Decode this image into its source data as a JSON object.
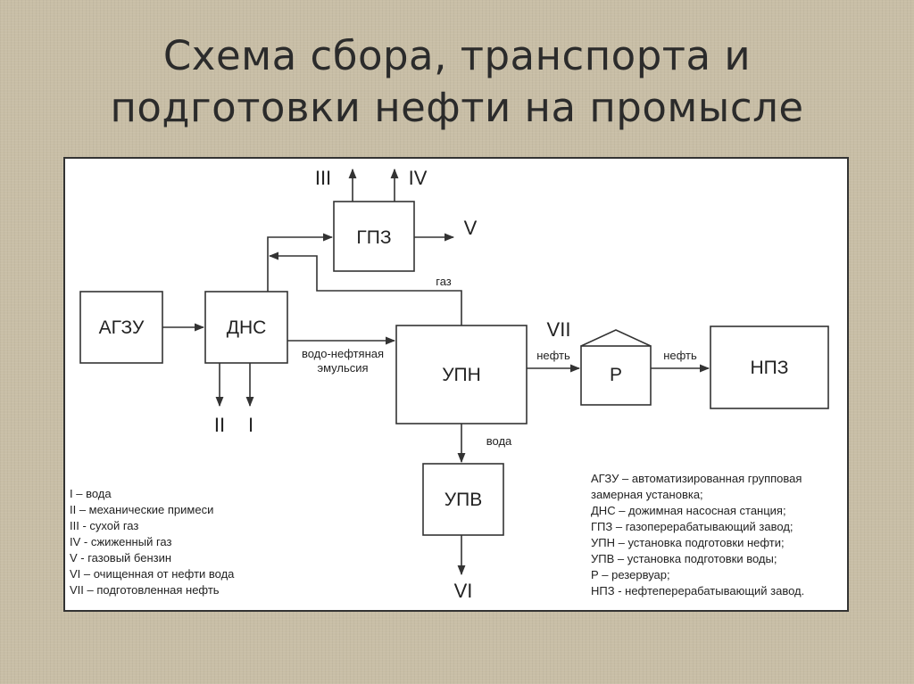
{
  "title": {
    "line1": "Схема сбора, транспорта и",
    "line2": "подготовки нефти на промысле"
  },
  "nodes": {
    "agzu": "АГЗУ",
    "dns": "ДНС",
    "gpz": "ГПЗ",
    "upn": "УПН",
    "upv": "УПВ",
    "r": "Р",
    "npz": "НПЗ"
  },
  "outputs": {
    "I": "I",
    "II": "II",
    "III": "III",
    "IV": "IV",
    "V": "V",
    "VI": "VI",
    "VII": "VII"
  },
  "edge_labels": {
    "gas": "газ",
    "emulsion_1": "водо-нефтяная",
    "emulsion_2": "эмульсия",
    "water": "вода",
    "oil_1": "нефть",
    "oil_2": "нефть"
  },
  "legend_left": [
    "I – вода",
    "II – механические примеси",
    "III - сухой газ",
    "IV - сжиженный газ",
    "V - газовый бензин",
    "VI – очищенная от нефти вода",
    "VII – подготовленная нефть"
  ],
  "legend_right": [
    "АГЗУ – автоматизированная групповая",
    "замерная установка;",
    "ДНС – дожимная насосная станция;",
    "ГПЗ – газоперерабатывающий завод;",
    "УПН – установка подготовки нефти;",
    "УПВ – установка подготовки воды;",
    "Р – резервуар;",
    "НПЗ - нефтеперерабатывающий завод."
  ]
}
